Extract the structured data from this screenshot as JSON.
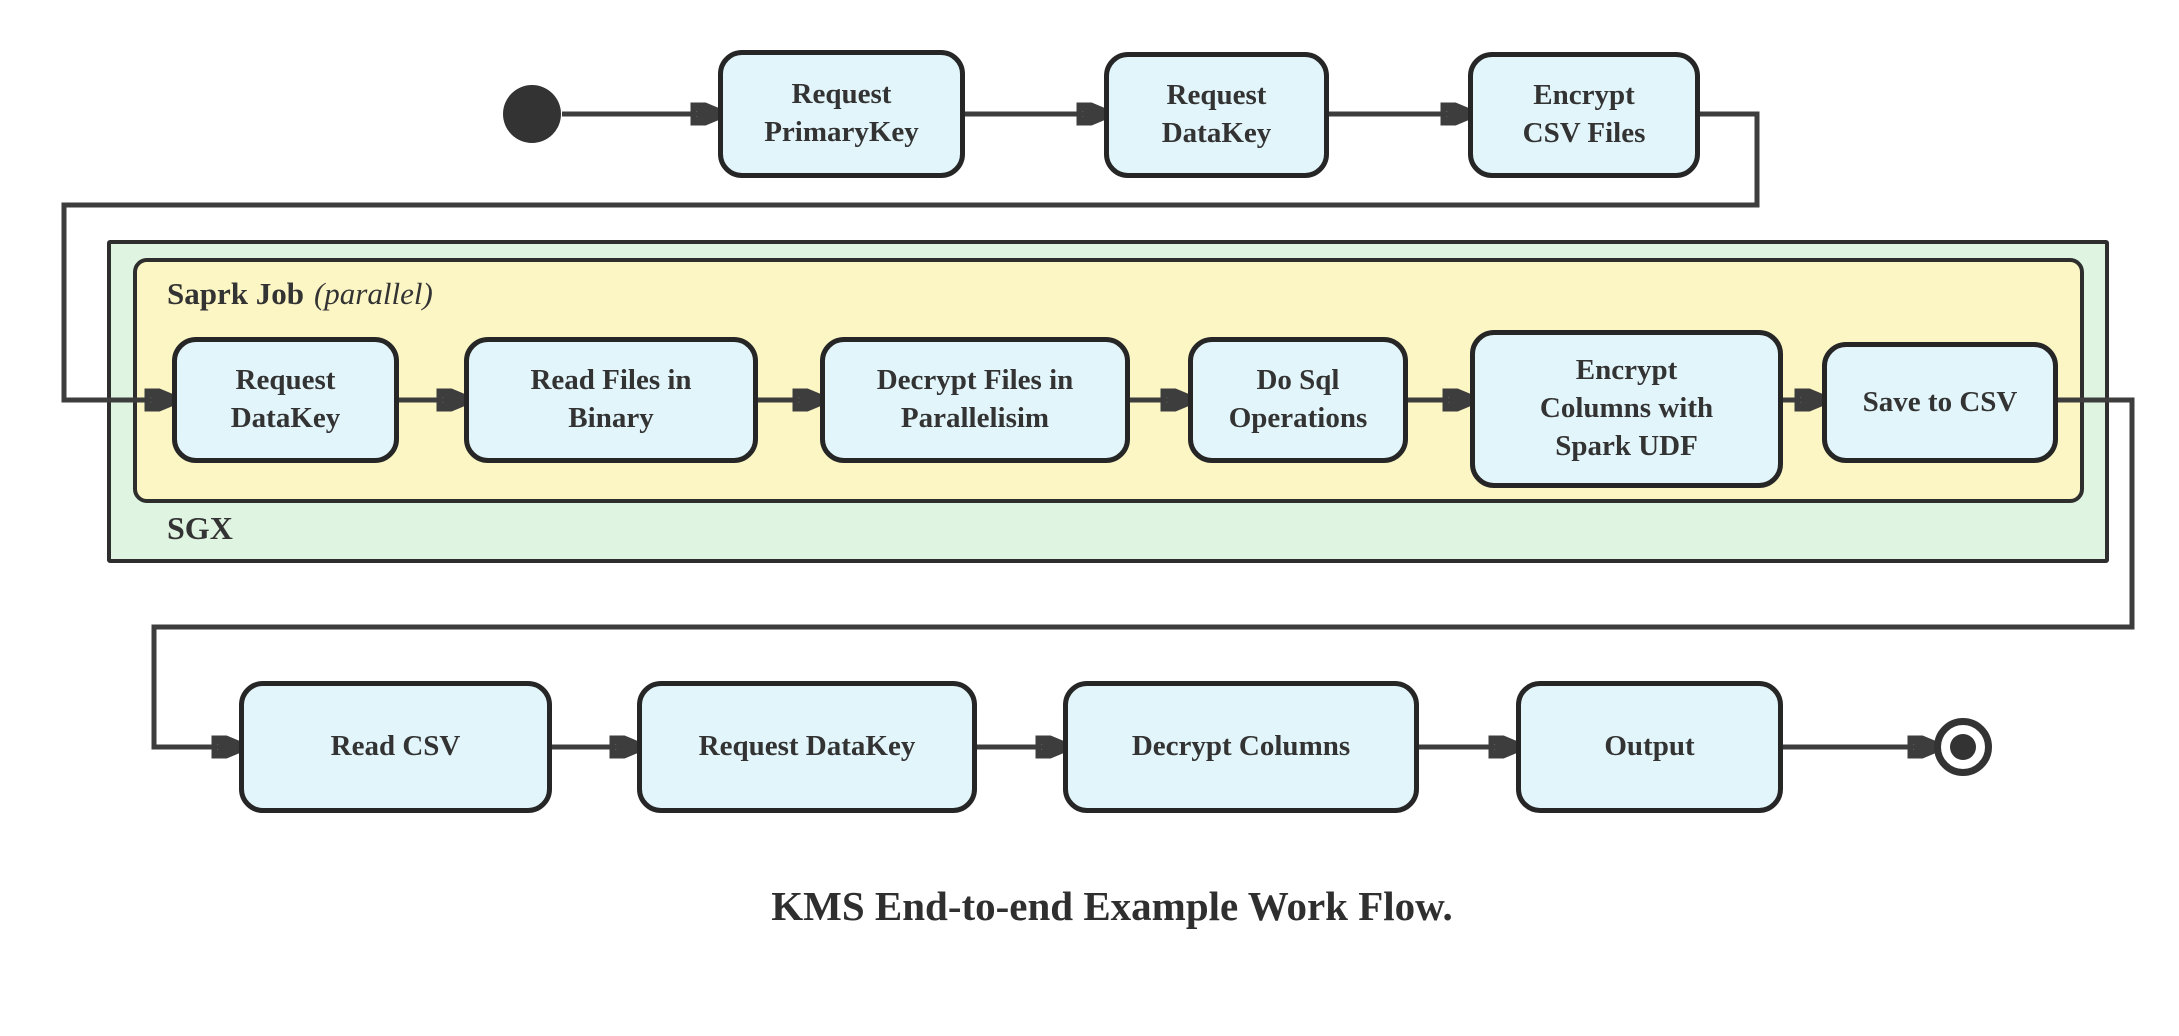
{
  "caption": "KMS End-to-end Example Work Flow.",
  "containers": {
    "sgx": {
      "label": "SGX"
    },
    "spark_job": {
      "label": "Saprk Job",
      "qualifier": "(parallel)"
    }
  },
  "nodes": {
    "request_primarykey": {
      "label": "Request\nPrimaryKey"
    },
    "request_datakey_top": {
      "label": "Request\nDataKey"
    },
    "encrypt_csv_files": {
      "label": "Encrypt\nCSV Files"
    },
    "request_datakey_sgx": {
      "label": "Request\nDataKey"
    },
    "read_files_in_binary": {
      "label": "Read Files in\nBinary"
    },
    "decrypt_files_in_parallelisim": {
      "label": "Decrypt Files in\nParallelisim"
    },
    "do_sql_operations": {
      "label": "Do Sql\nOperations"
    },
    "encrypt_columns_with_spark_udf": {
      "label": "Encrypt\nColumns with\nSpark UDF"
    },
    "save_to_csv": {
      "label": "Save to CSV"
    },
    "read_csv": {
      "label": "Read CSV"
    },
    "request_datakey_bottom": {
      "label": "Request DataKey"
    },
    "decrypt_columns": {
      "label": "Decrypt Columns"
    },
    "output": {
      "label": "Output"
    }
  },
  "colors": {
    "node_fill": "#E2F5FA",
    "node_border": "#262626",
    "sgx_fill": "#E0F5E1",
    "spark_fill": "#FCF6C5",
    "edge": "#3D3D3D",
    "text": "#333333"
  }
}
